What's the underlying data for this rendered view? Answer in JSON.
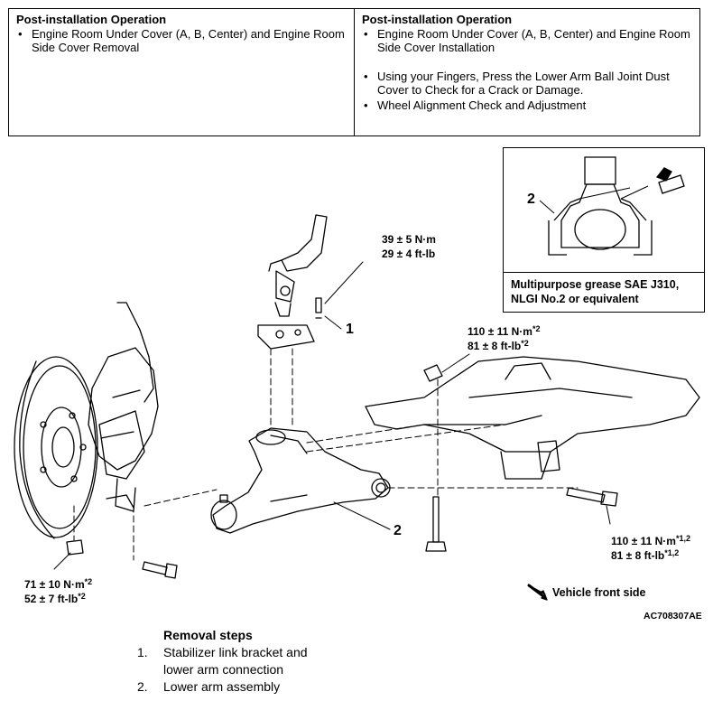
{
  "post_installation": {
    "left": {
      "title": "Post-installation Operation",
      "items": [
        "Engine Room Under Cover (A, B, Center) and Engine Room Side Cover Removal"
      ]
    },
    "right": {
      "title": "Post-installation Operation",
      "items": [
        "Engine Room Under Cover (A, B, Center) and Engine Room Side Cover Installation",
        "Using your Fingers, Press the Lower Arm Ball Joint Dust Cover to Check for a Crack or Damage.",
        "Wheel Alignment Check and Adjustment"
      ]
    }
  },
  "diagram": {
    "torque_stabilizer": {
      "nm": "39 ± 5 N·m",
      "ftlb": "29 ± 4 ft-lb"
    },
    "torque_rear_nut": {
      "nm": "110 ± 11 N·m",
      "nm_sup": "*2",
      "ftlb": "81 ± 8 ft-lb",
      "ftlb_sup": "*2"
    },
    "torque_front_bolt": {
      "nm": "110 ± 11 N·m",
      "nm_sup": "*1,2",
      "ftlb": "81 ± 8 ft-lb",
      "ftlb_sup": "*1,2"
    },
    "torque_ball_joint": {
      "nm": "71 ± 10 N·m",
      "nm_sup": "*2",
      "ftlb": "52 ± 7 ft-lb",
      "ftlb_sup": "*2"
    },
    "callout_1": "1",
    "callout_2": "2",
    "inset": {
      "callout": "2",
      "caption": "Multipurpose grease SAE J310, NLGI No.2 or equivalent"
    },
    "vehicle_front": "Vehicle front side",
    "figure_code": "AC708307",
    "figure_suffix": "AE"
  },
  "removal_steps": {
    "title": "Removal steps",
    "items": [
      {
        "num": "1.",
        "text": "Stabilizer link bracket and",
        "text2": "lower arm connection"
      },
      {
        "num": "2.",
        "text": "Lower arm assembly"
      }
    ]
  }
}
